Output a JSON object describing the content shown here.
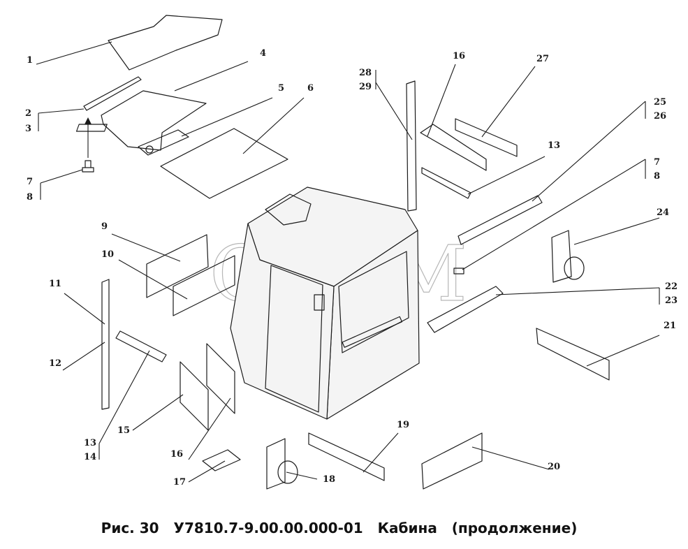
{
  "caption": {
    "fig": "Рис. 30",
    "code": "У7810.7-9.00.00.000-01",
    "title": "Кабина",
    "subtitle": "(продолжение)"
  },
  "watermark": "СЕЛМ",
  "labels": [
    {
      "id": "l1",
      "text": "1"
    },
    {
      "id": "l2",
      "text": "2"
    },
    {
      "id": "l3",
      "text": "3"
    },
    {
      "id": "l4",
      "text": "4"
    },
    {
      "id": "l5",
      "text": "5"
    },
    {
      "id": "l6",
      "text": "6"
    },
    {
      "id": "l7a",
      "text": "7"
    },
    {
      "id": "l8a",
      "text": "8"
    },
    {
      "id": "l9",
      "text": "9"
    },
    {
      "id": "l10",
      "text": "10"
    },
    {
      "id": "l11",
      "text": "11"
    },
    {
      "id": "l12",
      "text": "12"
    },
    {
      "id": "l13a",
      "text": "13"
    },
    {
      "id": "l14",
      "text": "14"
    },
    {
      "id": "l15",
      "text": "15"
    },
    {
      "id": "l16a",
      "text": "16"
    },
    {
      "id": "l17",
      "text": "17"
    },
    {
      "id": "l18",
      "text": "18"
    },
    {
      "id": "l19",
      "text": "19"
    },
    {
      "id": "l20",
      "text": "20"
    },
    {
      "id": "l21",
      "text": "21"
    },
    {
      "id": "l22",
      "text": "22"
    },
    {
      "id": "l23",
      "text": "23"
    },
    {
      "id": "l24",
      "text": "24"
    },
    {
      "id": "l7b",
      "text": "7"
    },
    {
      "id": "l8b",
      "text": "8"
    },
    {
      "id": "l25",
      "text": "25"
    },
    {
      "id": "l26",
      "text": "26"
    },
    {
      "id": "l13b",
      "text": "13"
    },
    {
      "id": "l27",
      "text": "27"
    },
    {
      "id": "l16b",
      "text": "16"
    },
    {
      "id": "l28",
      "text": "28"
    },
    {
      "id": "l29",
      "text": "29"
    }
  ]
}
